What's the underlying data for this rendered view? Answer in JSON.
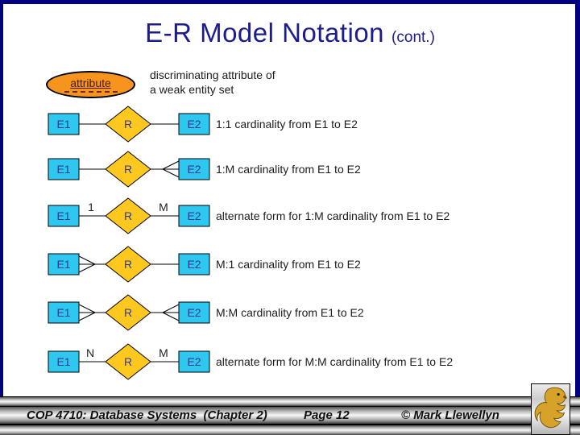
{
  "title": {
    "main": "E-R Model Notation",
    "suffix": "(cont.)"
  },
  "legend": {
    "ellipse_label": "attribute",
    "desc_line1": "discriminating attribute of",
    "desc_line2": "a weak entity set"
  },
  "rows": [
    {
      "entity1": "E1",
      "rel": "R",
      "entity2": "E2",
      "caption": "1:1 cardinality from E1 to E2"
    },
    {
      "entity1": "E1",
      "rel": "R",
      "entity2": "E2",
      "caption": "1:M cardinality from E1 to E2"
    },
    {
      "entity1": "E1",
      "rel": "R",
      "entity2": "E2",
      "left_label": "1",
      "right_label": "M",
      "caption": "alternate form for 1:M cardinality from E1 to E2"
    },
    {
      "entity1": "E1",
      "rel": "R",
      "entity2": "E2",
      "caption": "M:1 cardinality from E1 to E2"
    },
    {
      "entity1": "E1",
      "rel": "R",
      "entity2": "E2",
      "caption": "M:M cardinality from E1 to E2"
    },
    {
      "entity1": "E1",
      "rel": "R",
      "entity2": "E2",
      "left_label": "N",
      "right_label": "M",
      "caption": "alternate form for M:M cardinality from E1 to E2"
    }
  ],
  "footer": {
    "course": "COP 4710: Database Systems  (Chapter 2)",
    "page": "Page 12",
    "copyright": "© Mark Llewellyn"
  },
  "colors": {
    "entity_fill": "#2EC7F0",
    "relationship_fill": "#FFC81E",
    "attribute_fill": "#F7941E",
    "title_text": "#1C1C8F",
    "slide_border": "#000080",
    "shape_text": "#2B3990"
  }
}
